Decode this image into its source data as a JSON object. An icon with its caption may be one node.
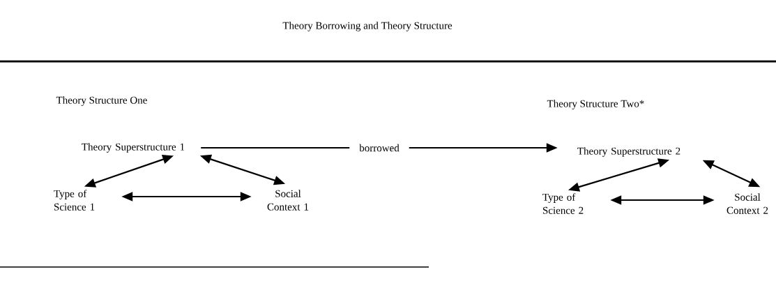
{
  "diagram": {
    "title": "Theory Borrowing and Theory Structure",
    "nodes": [
      {
        "text": [
          "Theory Superstructure 1"
        ]
      },
      {
        "text": [
          "Type of Science 1"
        ]
      },
      {
        "text": [
          "Social Context 1"
        ]
      },
      {
        "text": [
          "Theory Superstructure 2"
        ]
      },
      {
        "text": [
          "Type of Science 2"
        ]
      },
      {
        "text": [
          "Social Context 2"
        ]
      }
    ],
    "edges": [
      {
        "from": 0,
        "to": 3,
        "arrow": "to",
        "label": "borrowed"
      },
      {
        "from": 0,
        "to": 1,
        "arrow": "both"
      },
      {
        "from": 0,
        "to": 2,
        "arrow": "both"
      },
      {
        "from": 1,
        "to": 2,
        "arrow": "both"
      },
      {
        "from": 3,
        "to": 4,
        "arrow": "both"
      },
      {
        "from": 3,
        "to": 5,
        "arrow": "both"
      },
      {
        "from": 4,
        "to": 5,
        "arrow": "both"
      }
    ],
    "labels": [
      "Theory Structure One",
      "Theory Structure Two*"
    ]
  }
}
